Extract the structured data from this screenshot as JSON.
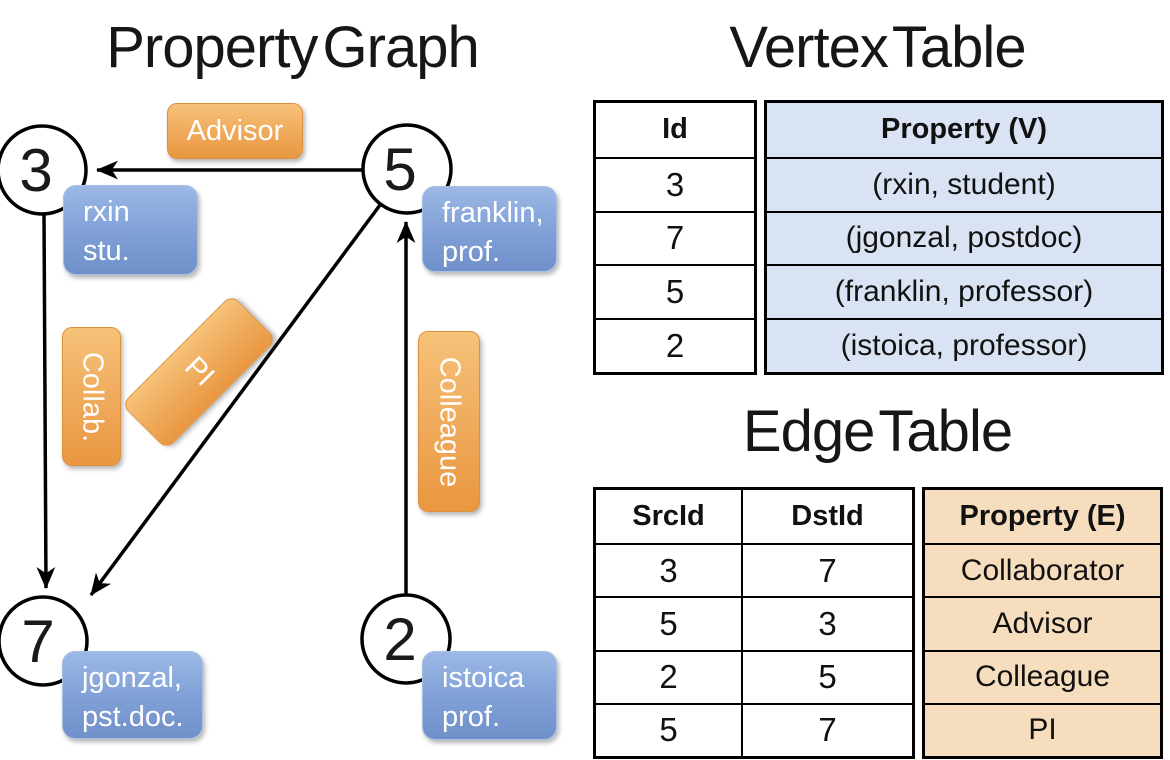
{
  "graph": {
    "title": "Property Graph",
    "nodes": [
      {
        "id": "3",
        "label_line1": "rxin",
        "label_line2": "stu."
      },
      {
        "id": "5",
        "label_line1": "franklin,",
        "label_line2": "prof."
      },
      {
        "id": "7",
        "label_line1": "jgonzal,",
        "label_line2": "pst.doc."
      },
      {
        "id": "2",
        "label_line1": "istoica",
        "label_line2": "prof."
      }
    ],
    "edge_labels": {
      "advisor": "Advisor",
      "collab": "Collab.",
      "pi": "PI",
      "colleague": "Colleague"
    }
  },
  "vertex_table": {
    "title": "Vertex Table",
    "headers": {
      "id": "Id",
      "property": "Property (V)"
    },
    "rows": [
      {
        "id": "3",
        "property": "(rxin, student)"
      },
      {
        "id": "7",
        "property": "(jgonzal, postdoc)"
      },
      {
        "id": "5",
        "property": "(franklin, professor)"
      },
      {
        "id": "2",
        "property": "(istoica, professor)"
      }
    ]
  },
  "edge_table": {
    "title": "Edge Table",
    "headers": {
      "src": "SrcId",
      "dst": "DstId",
      "property": "Property (E)"
    },
    "rows": [
      {
        "src": "3",
        "dst": "7",
        "property": "Collaborator"
      },
      {
        "src": "5",
        "dst": "3",
        "property": "Advisor"
      },
      {
        "src": "2",
        "dst": "5",
        "property": "Colleague"
      },
      {
        "src": "5",
        "dst": "7",
        "property": "PI"
      }
    ]
  },
  "colors": {
    "edge_label_orange": "#efa95a",
    "node_label_blue": "#7f9fd6",
    "vertex_property_bg": "#dae3f3",
    "edge_property_bg": "#f6ddbe",
    "line_color": "#000000"
  }
}
